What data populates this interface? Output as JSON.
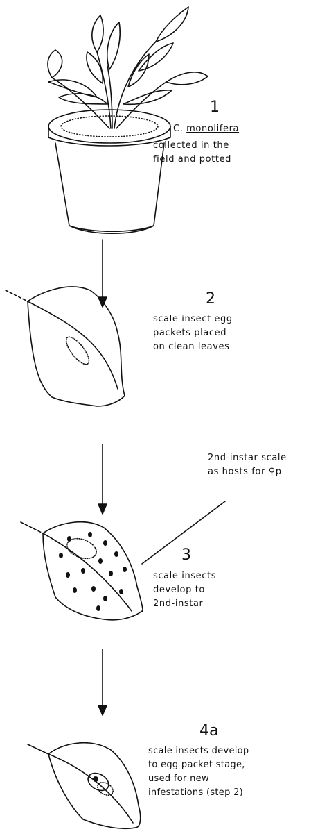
{
  "steps": [
    {
      "number": "1",
      "genus": "C.",
      "species": "monolifera",
      "lines": [
        "collected in the",
        "field and potted"
      ]
    },
    {
      "number": "2",
      "lines": [
        "scale insect egg",
        "packets placed",
        "on clean leaves"
      ]
    },
    {
      "number": "3",
      "lines": [
        "scale insects",
        "develop to",
        "2nd-instar"
      ]
    },
    {
      "number": "4a",
      "lines": [
        "scale insects develop",
        "to egg packet stage,",
        "used for new",
        "infestations (step 2)"
      ]
    }
  ],
  "side_note": {
    "lines": [
      "2nd-instar scale",
      "as hosts for ♀p"
    ]
  }
}
